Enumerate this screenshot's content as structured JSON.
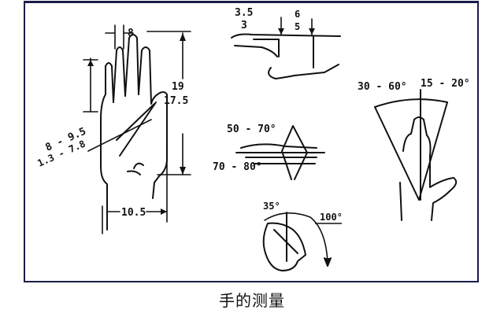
{
  "caption": "手的测量",
  "colors": {
    "frame_border": "#1c1c4a",
    "ink": "#111111",
    "background": "#ffffff"
  },
  "figures": {
    "palm": {
      "finger_width": "8",
      "hand_length": "19",
      "palm_length": "17.5",
      "palm_diag_top": "8 - 9.5",
      "palm_diag_bottom": "1.3 - 7.8",
      "hand_width": "10.5"
    },
    "finger_side": {
      "tip_top": "3.5",
      "tip_bottom": "3",
      "joint_top": "6",
      "joint_bottom": "5"
    },
    "thumb_angles": {
      "upper": "50 - 70°",
      "lower": "70 - 80°"
    },
    "fist_angles": {
      "left": "35°",
      "right": "100°"
    },
    "wrist_angles": {
      "left": "30 - 60°",
      "right": "15 - 20°"
    }
  }
}
